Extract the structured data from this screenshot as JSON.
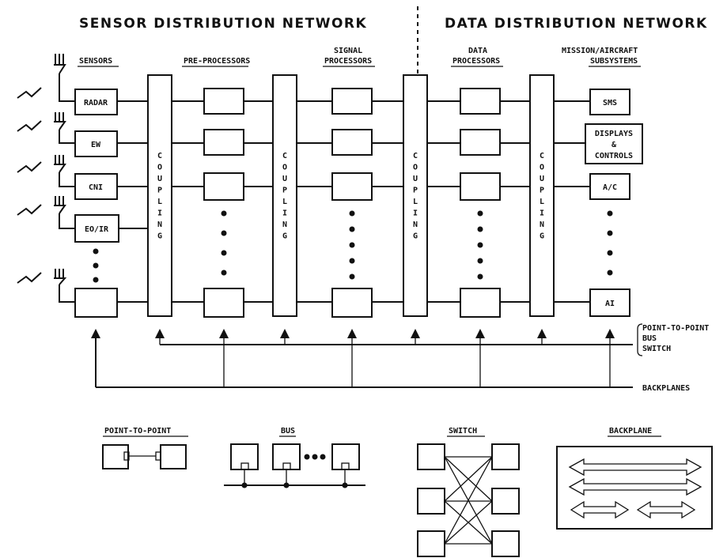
{
  "headers": {
    "left": "SENSOR DISTRIBUTION NETWORK",
    "right": "DATA DISTRIBUTION NETWORK"
  },
  "columns": {
    "sensors": "SENSORS",
    "pre_processors": "PRE-PROCESSORS",
    "signal_processors": [
      "SIGNAL",
      "PROCESSORS"
    ],
    "data_processors": [
      "DATA",
      "PROCESSORS"
    ],
    "mission": [
      "MISSION/AIRCRAFT",
      "SUBSYSTEMS"
    ]
  },
  "sensors": [
    "RADAR",
    "EW",
    "CNI",
    "EO/IR",
    ""
  ],
  "subsystems": [
    "SMS",
    "DISPLAYS",
    "&",
    "CONTROLS",
    "A/C",
    "AI"
  ],
  "coupling_letters": [
    "C",
    "O",
    "U",
    "P",
    "L",
    "I",
    "N",
    "G"
  ],
  "interconnect_labels": [
    "POINT-TO-POINT",
    "BUS",
    "SWITCH"
  ],
  "backplanes_label": "BACKPLANES",
  "legend": {
    "point_to_point": "POINT-TO-POINT",
    "bus": "BUS",
    "switch": "SWITCH",
    "backplane": "BACKPLANE"
  }
}
